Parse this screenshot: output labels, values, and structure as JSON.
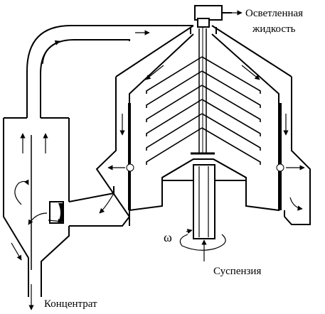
{
  "labels": {
    "clarified_line1": "Осветленная",
    "clarified_line2": "жидкость",
    "concentrate": "Концентрат",
    "suspension": "Суспензия",
    "omega": "ω"
  },
  "colors": {
    "stroke": "#000000",
    "background": "#ffffff"
  }
}
